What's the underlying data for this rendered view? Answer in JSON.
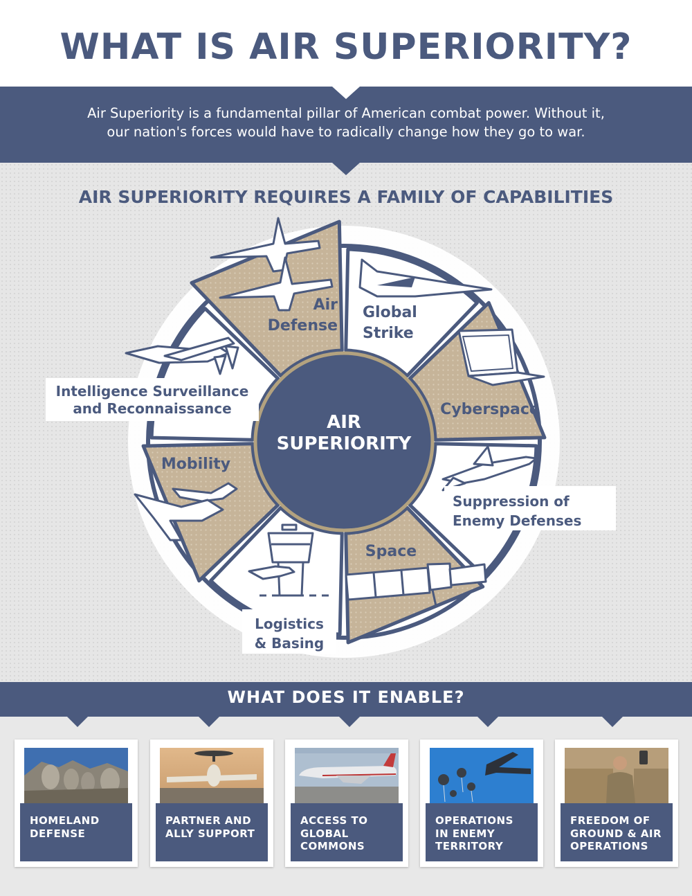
{
  "title": "WHAT IS AIR SUPERIORITY?",
  "intro": {
    "line1": "Air Superiority is a fundamental pillar of American combat power. Without it,",
    "line2": "our nation's forces would have to radically change how they go to war."
  },
  "subtitle": "AIR SUPERIORITY REQUIRES A FAMILY OF CAPABILITIES",
  "center": {
    "line1": "AIR",
    "line2": "SUPERIORITY"
  },
  "capabilities": [
    {
      "id": "air-defense",
      "lines": [
        "Air",
        "Defense"
      ],
      "icon": "fighter-jets-icon"
    },
    {
      "id": "global-strike",
      "lines": [
        "Global",
        "Strike"
      ],
      "icon": "stealth-bomber-icon"
    },
    {
      "id": "cyberspace",
      "lines": [
        "Cyberspace"
      ],
      "icon": "laptop-icon"
    },
    {
      "id": "suppression",
      "lines": [
        "Suppression of",
        "Enemy Defenses"
      ],
      "icon": "strike-jet-icon"
    },
    {
      "id": "space",
      "lines": [
        "Space"
      ],
      "icon": "satellite-icon"
    },
    {
      "id": "logistics",
      "lines": [
        "Logistics",
        "& Basing"
      ],
      "icon": "control-tower-icon"
    },
    {
      "id": "mobility",
      "lines": [
        "Mobility"
      ],
      "icon": "cargo-planes-icon"
    },
    {
      "id": "isr",
      "lines": [
        "Intelligence Surveillance",
        "and Reconnaissance"
      ],
      "icon": "drone-icon"
    }
  ],
  "enable": {
    "title": "WHAT DOES IT ENABLE?",
    "cards": [
      {
        "lines": [
          "HOMELAND",
          "DEFENSE"
        ],
        "icon": "mount-rushmore-photo"
      },
      {
        "lines": [
          "PARTNER AND",
          "ALLY SUPPORT"
        ],
        "icon": "awacs-plane-photo"
      },
      {
        "lines": [
          "ACCESS TO",
          "GLOBAL",
          "COMMONS"
        ],
        "icon": "airliner-photo"
      },
      {
        "lines": [
          "OPERATIONS",
          "IN ENEMY",
          "TERRITORY"
        ],
        "icon": "airdrop-photo"
      },
      {
        "lines": [
          "FREEDOM OF",
          "GROUND & AIR",
          "OPERATIONS"
        ],
        "icon": "soldier-photo"
      }
    ]
  },
  "colors": {
    "navy": "#4b5a7e",
    "tan": "#c6b499",
    "gold_ring": "#b3a27f",
    "white": "#ffffff",
    "gray": "#e6e6e6"
  }
}
